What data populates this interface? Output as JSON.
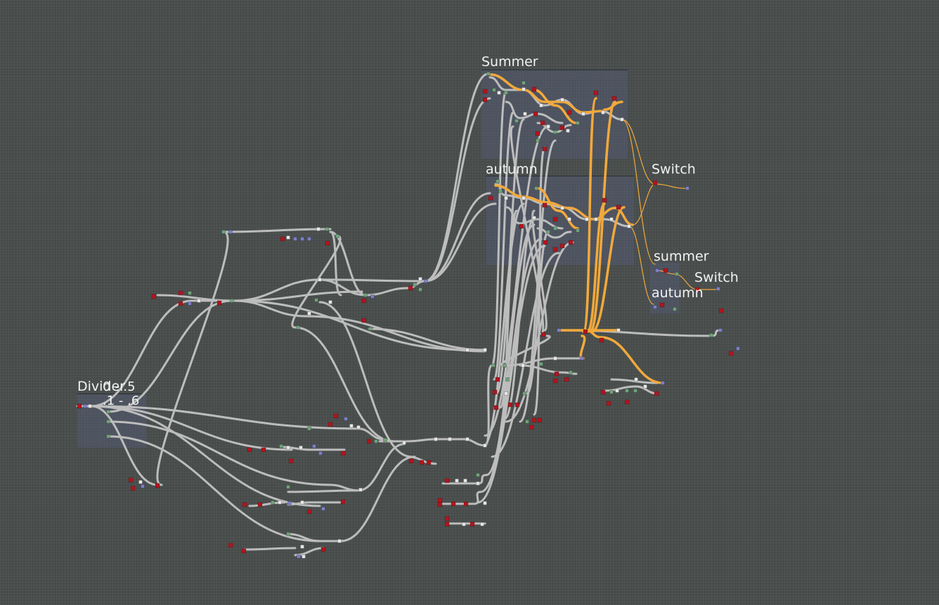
{
  "groups": {
    "summer": "Summer",
    "autumn": "autumn",
    "divider": "Divider",
    "switch_top": "Switch",
    "summer_small": "summer",
    "switch_bottom": "Switch",
    "autumn_small": "autumn",
    "range_a": "0 - .5",
    "range_b": ".1 - .6"
  },
  "colors": {
    "background": "#474c4b",
    "wire": "#bdbdbd",
    "wire_active": "#f2a93b",
    "port_red": "#b01620",
    "port_green": "#6fa37a",
    "port_white": "#e6e6e6",
    "port_blue": "#7c7fc8",
    "group_fill": "#555a78"
  }
}
